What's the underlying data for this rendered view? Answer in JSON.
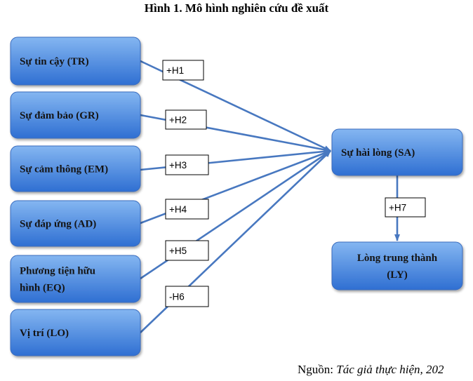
{
  "figure": {
    "title": "Hình 1. Mô hình nghiên cứu đề xuất",
    "source_label": "Nguồn:",
    "source_text": "Tác giả thực hiện, 202"
  },
  "colors": {
    "box_top": "#84b6f1",
    "box_bottom": "#2f6fd2",
    "box_border": "#3a6cbe",
    "arrow": "#4878c0"
  },
  "nodes": {
    "tr": [
      "Sự tin cậy (TR)"
    ],
    "gr": [
      "Sự đảm bảo (GR)"
    ],
    "em": [
      "Sự cảm thông (EM)"
    ],
    "ad": [
      "Sự đáp ứng (AD)"
    ],
    "eq": [
      "Phương tiện hữu",
      "hình (EQ)"
    ],
    "lo": [
      "Vị trí (LO)"
    ],
    "sa": [
      "Sự hài lòng (SA)"
    ],
    "ly": [
      "Lòng trung thành",
      "(LY)"
    ]
  },
  "hypotheses": {
    "h1": "+H1",
    "h2": "+H2",
    "h3": "+H3",
    "h4": "+H4",
    "h5": "+H5",
    "h6": "-H6",
    "h7": "+H7"
  }
}
